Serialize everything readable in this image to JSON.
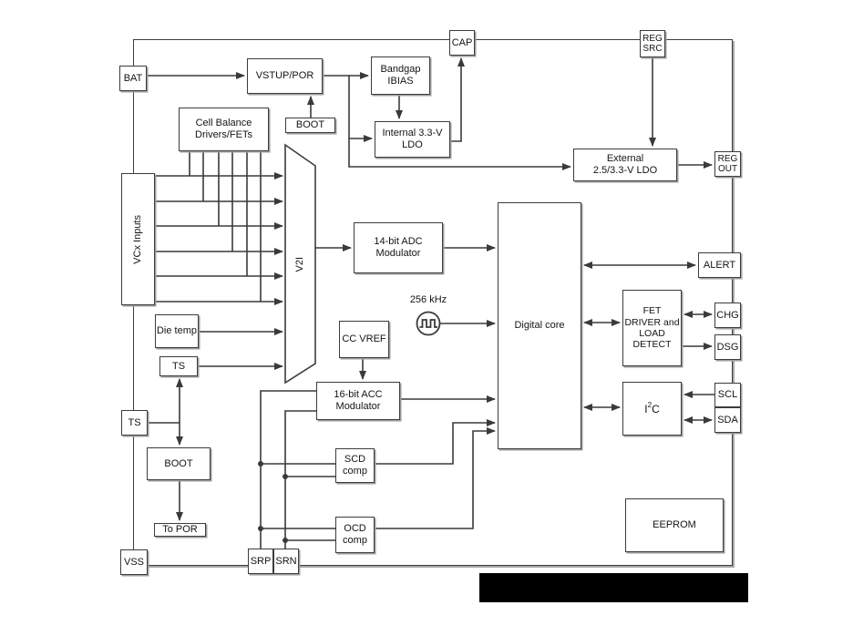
{
  "diagram": {
    "pins": {
      "bat": "BAT",
      "cap": "CAP",
      "reg_src": "REG\nSRC",
      "reg_out": "REG\nOUT",
      "alert": "ALERT",
      "chg": "CHG",
      "dsg": "DSG",
      "scl": "SCL",
      "sda": "SDA",
      "ts": "TS",
      "vss": "VSS",
      "srp": "SRP",
      "srn": "SRN"
    },
    "blocks": {
      "vstup_por": "VSTUP/POR",
      "boot_top": "BOOT",
      "cell_balance": "Cell Balance\nDrivers/FETs",
      "bandgap": "Bandgap\nIBIAS",
      "internal_ldo": "Internal 3.3-V\nLDO",
      "external_ldo": "External\n2.5/3.3-V LDO",
      "vcx_inputs": "VCx Inputs",
      "v2i": "V2I",
      "die_temp": "Die temp",
      "ts_mux": "TS",
      "boot_bottom": "BOOT",
      "to_por": "To POR",
      "adc_14bit": "14-bit ADC\nModulator",
      "cc_vref": "CC VREF",
      "acc_16bit": "16-bit ACC\nModulator",
      "scd_comp": "SCD\ncomp",
      "ocd_comp": "OCD\ncomp",
      "digital_core": "Digital core",
      "fet_driver": "FET\nDRIVER and\nLOAD\nDETECT",
      "i2c": {
        "base": "I",
        "sup": "2",
        "tail": "C"
      },
      "eeprom": "EEPROM"
    },
    "oscillator": {
      "label": "256 kHz"
    },
    "colors": {
      "line": "#3a3a3a",
      "box_border": "#3c3c3c",
      "text": "#141414",
      "background": "#ffffff",
      "redaction": "#000000"
    }
  }
}
